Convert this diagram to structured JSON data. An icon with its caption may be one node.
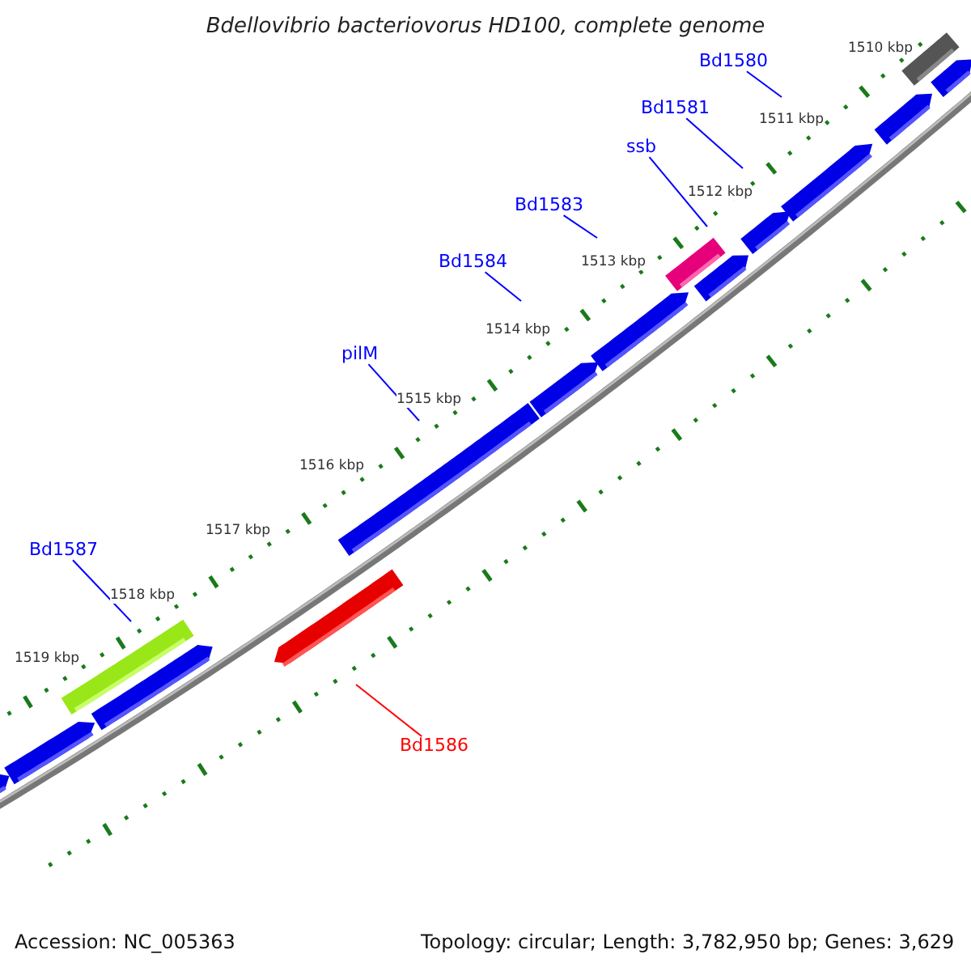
{
  "diagram": {
    "title": "Bdellovibrio bacteriovorus HD100, complete genome",
    "nodes": [
      {
        "text": [
          "Bd1580"
        ]
      },
      {
        "text": [
          "Bd1581"
        ]
      },
      {
        "text": [
          "ssb"
        ]
      },
      {
        "text": [
          "Bd1583"
        ]
      },
      {
        "text": [
          "Bd1584"
        ]
      },
      {
        "text": [
          "pilM"
        ]
      },
      {
        "text": [
          "Bd1587"
        ]
      },
      {
        "text": [
          "Bd1586"
        ]
      }
    ],
    "edges": [
      {
        "from": 0,
        "to": null,
        "arrow": "none"
      },
      {
        "from": 1,
        "to": null,
        "arrow": "none"
      },
      {
        "from": 2,
        "to": null,
        "arrow": "none"
      },
      {
        "from": 3,
        "to": null,
        "arrow": "none"
      },
      {
        "from": 4,
        "to": null,
        "arrow": "none"
      },
      {
        "from": 5,
        "to": null,
        "arrow": "none"
      },
      {
        "from": 6,
        "to": null,
        "arrow": "none"
      },
      {
        "from": 7,
        "to": null,
        "arrow": "none",
        "color": "#ff0000"
      }
    ],
    "labels": [
      "1510 kbp",
      "1511 kbp",
      "1512 kbp",
      "1513 kbp",
      "1514 kbp",
      "1515 kbp",
      "1516 kbp",
      "1517 kbp",
      "1518 kbp",
      "1519 kbp",
      "Accession: NC_005363",
      "Topology: circular; Length: 3,782,950 bp; Genes: 3,629"
    ]
  }
}
